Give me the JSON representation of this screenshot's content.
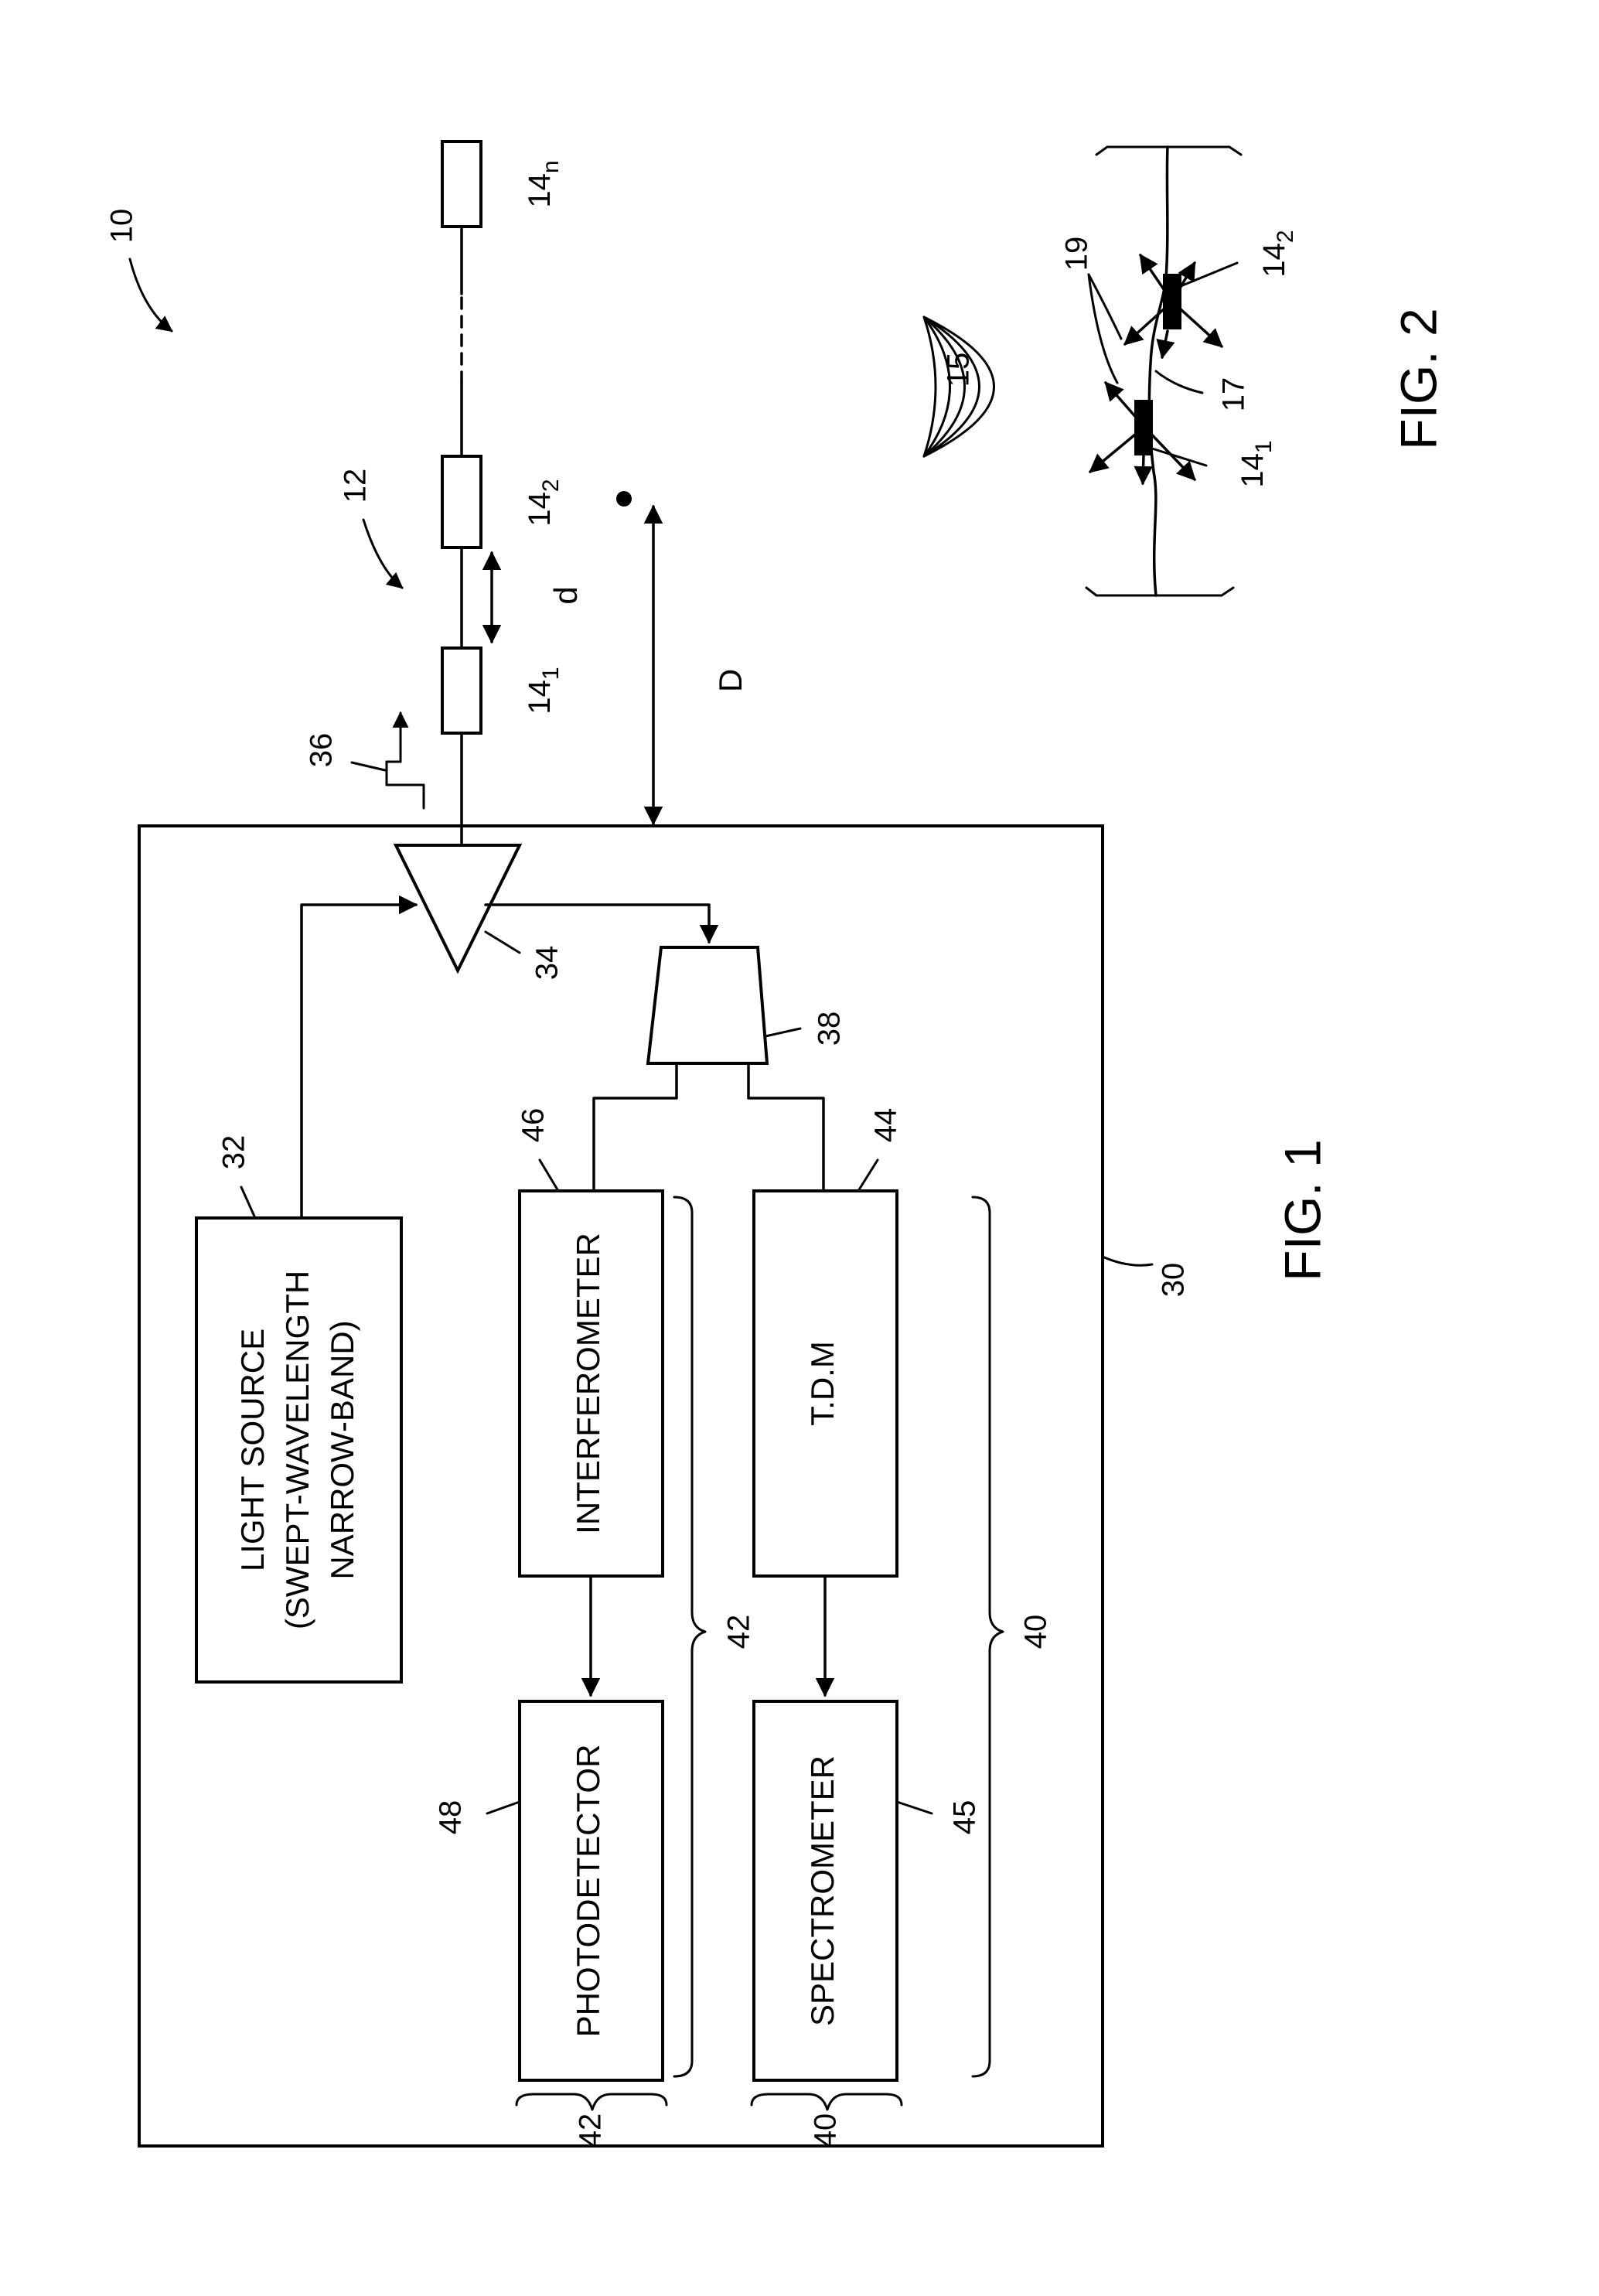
{
  "figures": {
    "fig1": "FIG. 1",
    "fig2": "FIG. 2"
  },
  "blocks": {
    "light_source": [
      "LIGHT SOURCE",
      "(SWEPT-WAVELENGTH",
      "NARROW-BAND)"
    ],
    "interferometer": "INTERFEROMETER",
    "photodetector": "PHOTODETECTOR",
    "tdm": "T.D.M",
    "spectrometer": "SPECTROMETER"
  },
  "refs": {
    "system": "10",
    "array": "12",
    "sensor_base": "14",
    "sensor_sub_1": "1",
    "sensor_sub_2": "2",
    "sensor_sub_n": "n",
    "sound_waves": "15",
    "fiber": "17",
    "strain_arrows": "19",
    "interrogator": "30",
    "light_source": "32",
    "circulator": "34",
    "pulse": "36",
    "splitter": "38",
    "subsystem_tdm": "40",
    "subsystem_interferometric": "42",
    "tdm": "44",
    "spectrometer": "45",
    "interferometer": "46",
    "photodetector": "48",
    "spacing": "d",
    "distance": "D"
  }
}
